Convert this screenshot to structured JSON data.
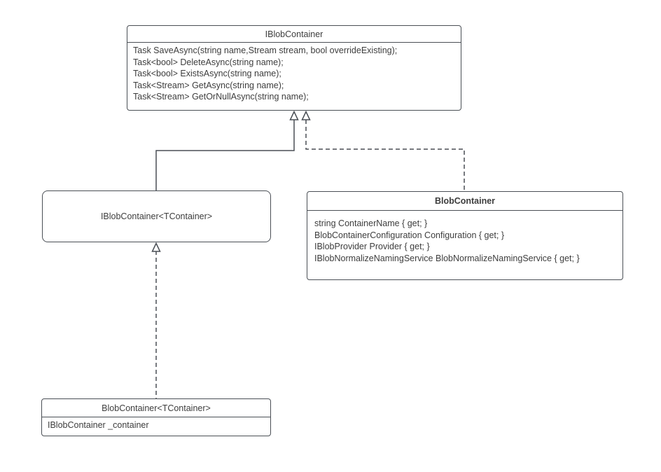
{
  "diagram": {
    "type": "uml-class-diagram",
    "colors": {
      "border": "#4a4f55",
      "text": "#3d3d3d",
      "background": "#ffffff"
    },
    "classes": {
      "iblob_container": {
        "name": "IBlobContainer",
        "members": [
          "Task SaveAsync(string name,Stream stream, bool overrideExisting);",
          "Task<bool> DeleteAsync(string name);",
          "Task<bool> ExistsAsync(string name);",
          "Task<Stream> GetAsync(string name);",
          "Task<Stream> GetOrNullAsync(string name);"
        ]
      },
      "iblob_container_generic": {
        "name": "IBlobContainer<TContainer>"
      },
      "blob_container": {
        "name": "BlobContainer",
        "members": [
          "string ContainerName { get; }",
          "BlobContainerConfiguration Configuration { get; }",
          "IBlobProvider Provider { get; }",
          "IBlobNormalizeNamingService BlobNormalizeNamingService { get; }"
        ]
      },
      "blob_container_generic": {
        "name": "BlobContainer<TContainer>",
        "members": [
          "IBlobContainer _container"
        ]
      }
    },
    "relations": [
      {
        "from": "IBlobContainer<TContainer>",
        "to": "IBlobContainer",
        "type": "generalization",
        "line": "solid"
      },
      {
        "from": "BlobContainer",
        "to": "IBlobContainer",
        "type": "realization",
        "line": "dashed"
      },
      {
        "from": "BlobContainer<TContainer>",
        "to": "IBlobContainer<TContainer>",
        "type": "realization",
        "line": "dashed"
      }
    ]
  }
}
